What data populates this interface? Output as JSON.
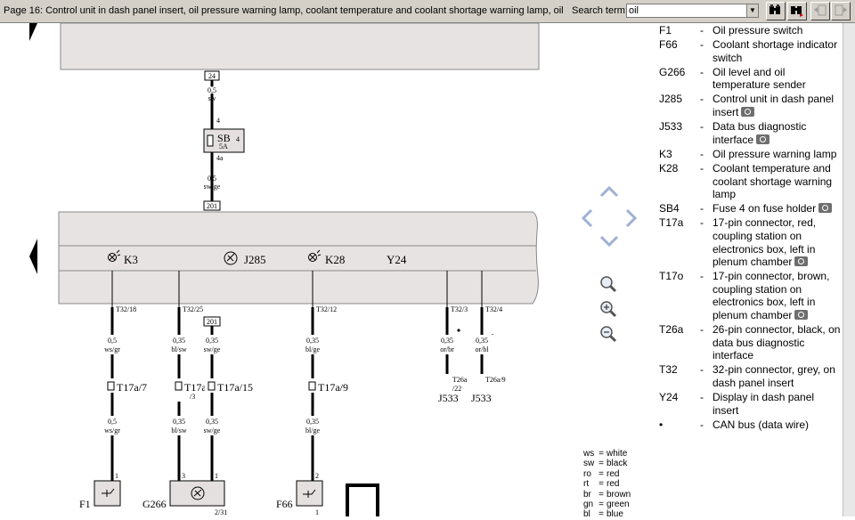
{
  "header": {
    "page_title": "Page 16: Control unit in dash panel insert, oil pressure warning lamp, coolant temperature and coolant shortage warning lamp, oil",
    "search_label": "Search term:",
    "search_value": "oil"
  },
  "legend": [
    {
      "code": "F1",
      "text": "Oil pressure switch",
      "camera": false
    },
    {
      "code": "F66",
      "text": "Coolant shortage indicator switch",
      "camera": false
    },
    {
      "code": "G266",
      "text": "Oil level and oil temperature sender",
      "camera": false
    },
    {
      "code": "J285",
      "text": "Control unit in dash panel insert",
      "camera": true
    },
    {
      "code": "J533",
      "text": "Data bus diagnostic interface",
      "camera": true
    },
    {
      "code": "K3",
      "text": "Oil pressure warning lamp",
      "camera": false
    },
    {
      "code": "K28",
      "text": "Coolant temperature and coolant shortage warning lamp",
      "camera": false
    },
    {
      "code": "SB4",
      "text": "Fuse 4 on fuse holder",
      "camera": true
    },
    {
      "code": "T17a",
      "text": "17-pin connector, red, coupling station on electronics box, left in plenum chamber",
      "camera": true
    },
    {
      "code": "T17o",
      "text": "17-pin connector, brown, coupling station on electronics box, left in plenum chamber",
      "camera": true
    },
    {
      "code": "T26a",
      "text": "26-pin connector, black, on data bus diagnostic interface",
      "camera": false
    },
    {
      "code": "T32",
      "text": "32-pin connector, grey, on dash panel insert",
      "camera": false
    },
    {
      "code": "Y24",
      "text": "Display in dash panel insert",
      "camera": false
    },
    {
      "code": "•",
      "text": "CAN bus (data wire)",
      "camera": false
    }
  ],
  "color_codes": [
    {
      "code": "ws",
      "name": "white"
    },
    {
      "code": "sw",
      "name": "black"
    },
    {
      "code": "ro",
      "name": "red"
    },
    {
      "code": "rt",
      "name": "red"
    },
    {
      "code": "br",
      "name": "brown"
    },
    {
      "code": "gn",
      "name": "green"
    },
    {
      "code": "bl",
      "name": "blue"
    }
  ],
  "diagram": {
    "top_conn": "24",
    "fuse_wire_size": "0,5",
    "fuse_wire_color": "sw",
    "fuse_pin_in": "4",
    "fuse_label": "SB",
    "fuse_num": "4",
    "fuse_amp": "5A",
    "fuse_pin_out": "4a",
    "wire_b_size": "0,5",
    "wire_b_color": "sw/ge",
    "conn_201": "201",
    "panel_K3": "K3",
    "panel_J285": "J285",
    "panel_K28": "K28",
    "panel_Y24": "Y24",
    "pins": [
      "T32/18",
      "T32/25",
      "T32/12",
      "T32/3",
      "T32/4"
    ],
    "w1_size": "0,5",
    "w1_color": "ws/gr",
    "c1": "T17a/7",
    "w1b_size": "0,5",
    "w1b_color": "ws/gr",
    "w2_size": "0,35",
    "w2_color": "bl/sw",
    "c2": "T17a",
    "c2b": "/3",
    "w2b_size": "0,35",
    "w2b_color": "bl/sw",
    "w3_conn": "201",
    "w3_size": "0,35",
    "w3_color": "sw/ge",
    "c3": "T17a/15",
    "w3b_size": "0,35",
    "w3b_color": "sw/ge",
    "w4_size": "0,35",
    "w4_color": "bl/ge",
    "c4": "T17a/9",
    "w4b_size": "0,35",
    "w4b_color": "bl/ge",
    "w5_size": "0,35",
    "w5_color": "or/br",
    "c5": "T26a",
    "c5b": "/22",
    "w6_size": "0,35",
    "w6_color": "or/bl",
    "c6": "T26a/9",
    "j533_a": "J533",
    "j533_b": "J533",
    "f1": "F1",
    "g266": "G266",
    "f66": "F66",
    "f1_pin": "1",
    "g266_pin": "3",
    "g266_pin2": "1",
    "g266_gnd": "2/31",
    "f66_pin": "2",
    "f66_pin2": "1"
  }
}
